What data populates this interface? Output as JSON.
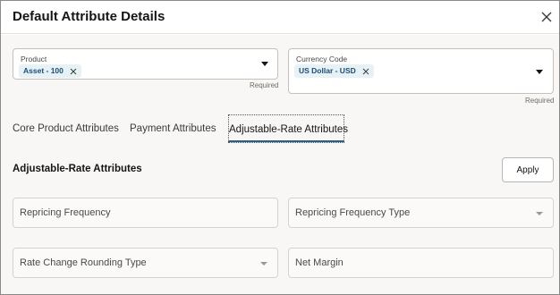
{
  "dialog": {
    "title": "Default Attribute Details"
  },
  "product": {
    "label": "Product",
    "chip": "Asset - 100",
    "required": "Required"
  },
  "currency": {
    "label": "Currency Code",
    "chip": "US Dollar - USD",
    "required": "Required"
  },
  "tabs": [
    {
      "label": "Core Product Attributes",
      "selected": false
    },
    {
      "label": "Payment Attributes",
      "selected": false
    },
    {
      "label": "Adjustable-Rate Attributes",
      "selected": true
    }
  ],
  "section": {
    "title": "Adjustable-Rate Attributes",
    "apply_label": "Apply"
  },
  "fields": {
    "repricing_frequency": "Repricing Frequency",
    "repricing_frequency_type": "Repricing Frequency Type",
    "rate_change_rounding_type": "Rate Change Rounding Type",
    "net_margin": "Net Margin"
  },
  "icons": {
    "close": "close-icon",
    "chip_remove": "close-icon",
    "dropdown": "caret-down-icon"
  },
  "colors": {
    "accent": "#2a5f86",
    "chip_bg": "#e7f2f6",
    "chip_text": "#1d4c75"
  }
}
